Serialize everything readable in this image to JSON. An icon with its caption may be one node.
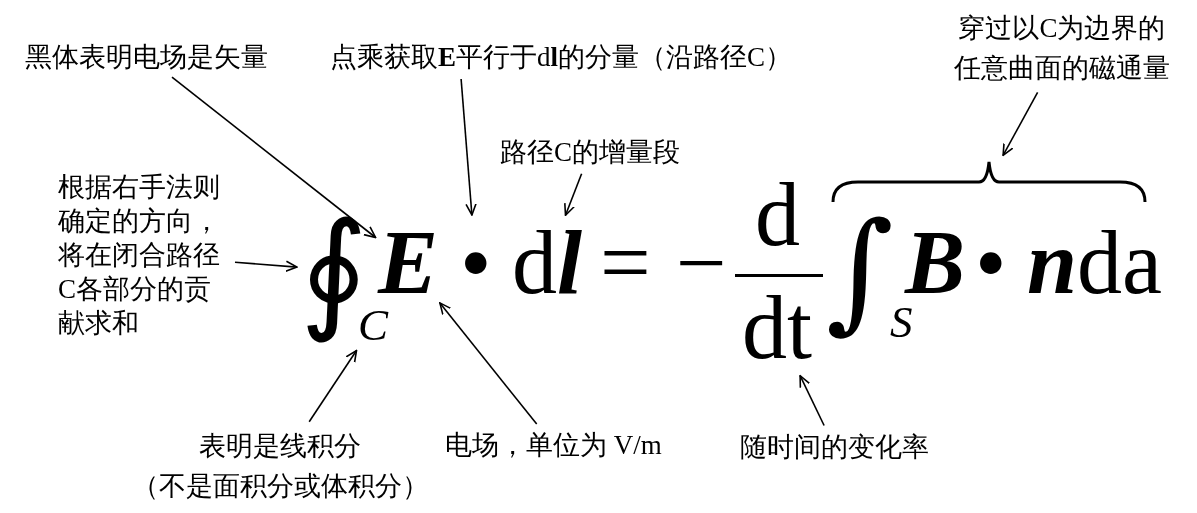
{
  "diagram": {
    "nodes": [
      {
        "text": [
          "穿过以C为边界的任意曲面的磁通量"
        ]
      },
      {
        "text": [
          "黑体表明电场是矢量"
        ]
      },
      {
        "text": [
          "点乘获取**E**平行于d**l**的分量（沿路径C）"
        ]
      },
      {
        "text": [
          "路径C的增量段"
        ]
      },
      {
        "text": [],
        "shape": "brace"
      },
      {
        "text": [
          "根据右手法则确定的方向，将在闭合路径C各部分的贡献求和"
        ]
      },
      {
        "text": [
          "∮"
        ]
      },
      {
        "text": [
          "E"
        ]
      },
      {
        "text": [
          "•"
        ]
      },
      {
        "text": [
          "d**l**"
        ]
      },
      {
        "text": [
          "dt"
        ]
      },
      {
        "text": [
          "C"
        ]
      },
      {
        "text": [
          "表明是线积分",
          "（不是面积分或体积分）"
        ]
      },
      {
        "text": [
          "电场，单位为 V/m"
        ]
      },
      {
        "text": [
          "随时间的变化率"
        ]
      }
    ],
    "edges": [
      {
        "from": 1,
        "to": 7,
        "arrow": "to"
      },
      {
        "from": 2,
        "to": 8,
        "arrow": "to"
      },
      {
        "from": 3,
        "to": 9,
        "arrow": "to"
      },
      {
        "from": 0,
        "to": 4,
        "arrow": "to"
      },
      {
        "from": 5,
        "to": 6,
        "arrow": "to"
      },
      {
        "from": 12,
        "to": 11,
        "arrow": "to"
      },
      {
        "from": 13,
        "to": 7,
        "arrow": "to"
      },
      {
        "from": 14,
        "to": 10,
        "arrow": "to"
      }
    ],
    "labels": [
      "=",
      "−",
      "d",
      "∫",
      "S",
      "B",
      "•",
      "**n**da"
    ]
  }
}
